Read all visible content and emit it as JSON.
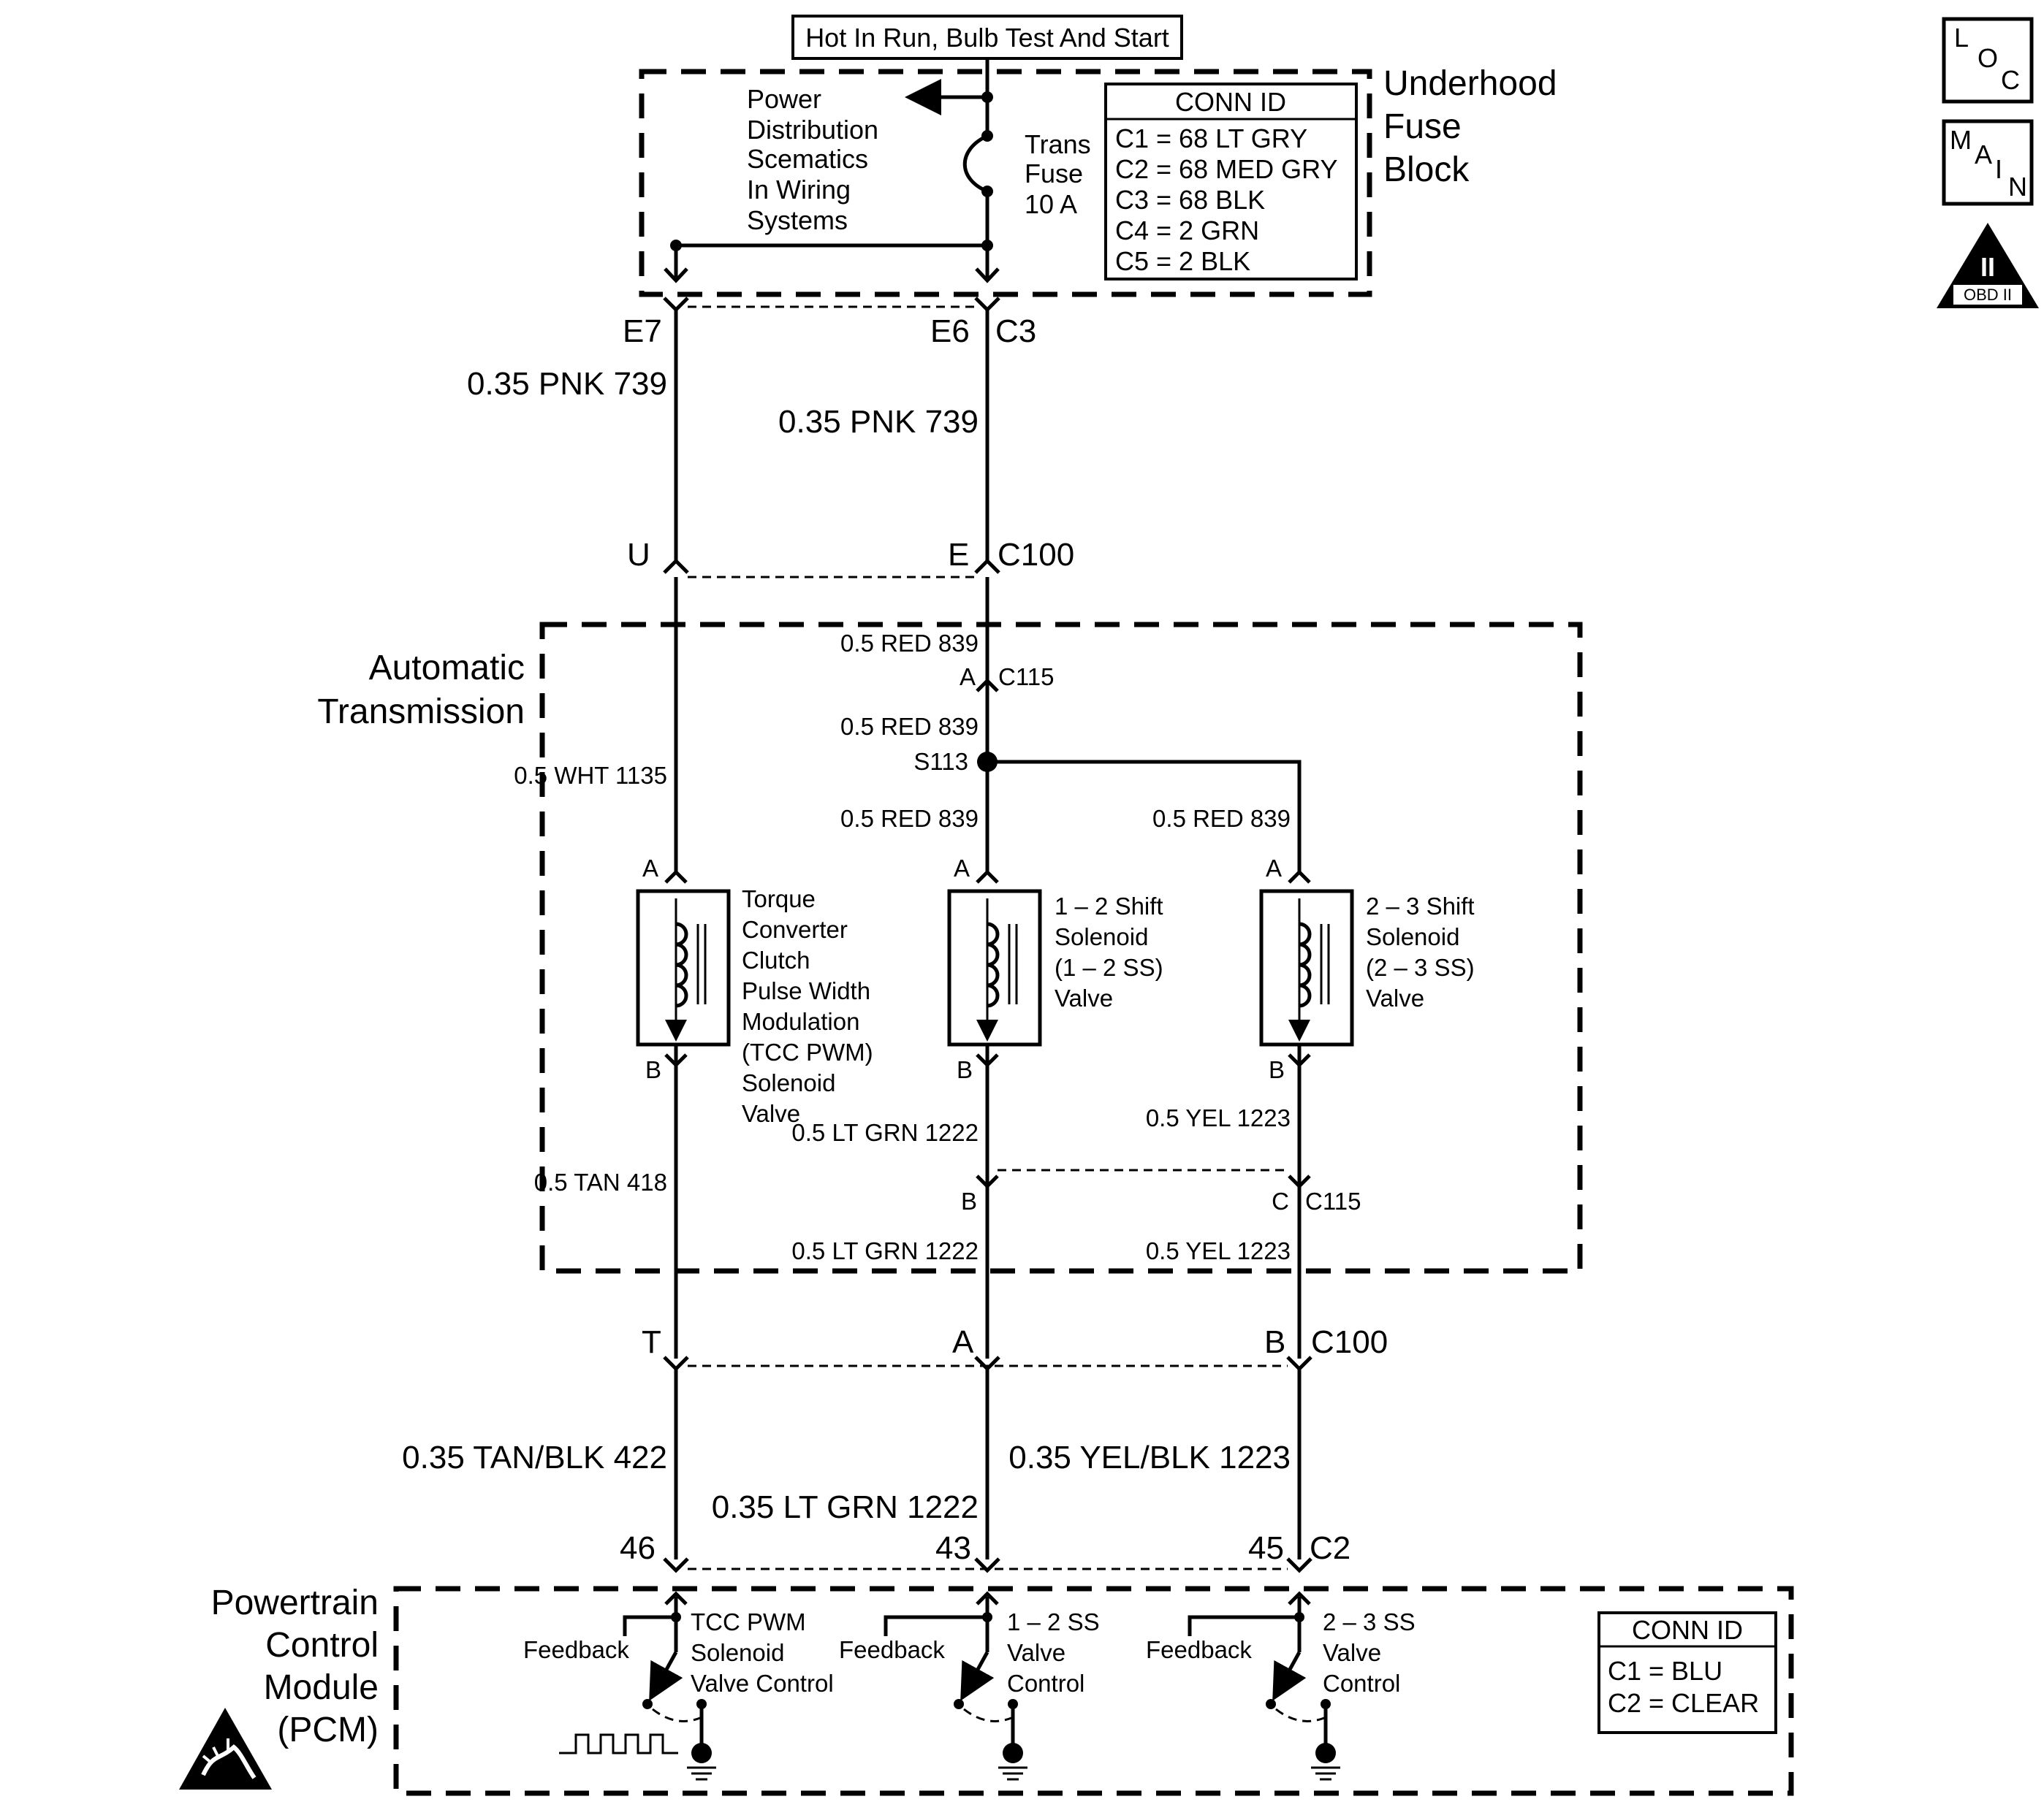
{
  "title_box": "Hot In Run, Bulb Test And Start",
  "fuse_block": {
    "name": [
      "Underhood",
      "Fuse",
      "Block"
    ],
    "power_note": [
      "Power",
      "Distribution",
      "Scematics",
      "In Wiring",
      "Systems"
    ],
    "fuse": [
      "Trans",
      "Fuse",
      "10 A"
    ],
    "conn_id": {
      "title": "CONN ID",
      "rows": [
        "C1 = 68 LT GRY",
        "C2 = 68 MED GRY",
        "C3 = 68 BLK",
        "C4 =  2 GRN",
        "C5 =  2 BLK"
      ]
    }
  },
  "connectors": {
    "e7": "E7",
    "e6": "E6",
    "c3": "C3",
    "u": "U",
    "e": "E",
    "c100_top": "C100",
    "a_c115": "A",
    "c115_top": "C115",
    "b_c115": "B",
    "c_c115": "C",
    "c115_bottom": "C115",
    "t": "T",
    "a_c100": "A",
    "b_c100": "B",
    "c100_bottom": "C100",
    "pin46": "46",
    "pin43": "43",
    "pin45": "45",
    "c2": "C2",
    "splice": "S113"
  },
  "wires": {
    "w739_left": "0.35 PNK 739",
    "w739_right": "0.35 PNK 739",
    "w839_1": "0.5 RED 839",
    "w839_2": "0.5 RED 839",
    "w839_3": "0.5 RED 839",
    "w839_4": "0.5 RED 839",
    "w1135": "0.5 WHT 1135",
    "w418": "0.5 TAN 418",
    "w1222_1": "0.5 LT GRN 1222",
    "w1222_2": "0.5 LT GRN 1222",
    "w1223_1": "0.5 YEL 1223",
    "w1223_2": "0.5 YEL 1223",
    "w422": "0.35 TAN/BLK 422",
    "w1222_3": "0.35 LT GRN 1222",
    "w1223_3": "0.35 YEL/BLK 1223"
  },
  "transmission": {
    "name": [
      "Automatic",
      "Transmission"
    ],
    "pin_a": "A",
    "pin_b": "B",
    "tcc": [
      "Torque",
      "Converter",
      "Clutch",
      "Pulse Width",
      "Modulation",
      "(TCC PWM)",
      "Solenoid",
      "Valve"
    ],
    "ss12": [
      "1 – 2 Shift",
      "Solenoid",
      "(1 – 2 SS)",
      "Valve"
    ],
    "ss23": [
      "2 – 3 Shift",
      "Solenoid",
      "(2 – 3 SS)",
      "Valve"
    ]
  },
  "pcm": {
    "name": [
      "Powertrain",
      "Control",
      "Module",
      "(PCM)"
    ],
    "feedback": "Feedback",
    "tcc_control": [
      "TCC PWM",
      "Solenoid",
      "Valve Control"
    ],
    "ss12_control": [
      "1 – 2 SS",
      "Valve",
      "Control"
    ],
    "ss23_control": [
      "2 – 3 SS",
      "Valve",
      "Control"
    ],
    "conn_id": {
      "title": "CONN ID",
      "rows": [
        "C1 = BLU",
        "C2 = CLEAR"
      ]
    }
  },
  "badges": {
    "loc": [
      "L",
      "O",
      "C"
    ],
    "main": [
      "M",
      "A",
      "I",
      "N"
    ],
    "obd_numeral": "II",
    "obd_label": "OBD II"
  },
  "colors": {
    "ink": "#000000",
    "paper": "#ffffff"
  }
}
